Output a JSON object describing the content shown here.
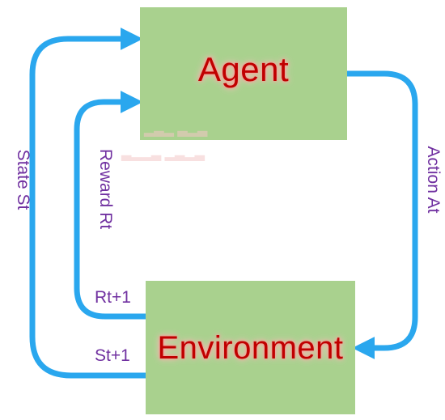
{
  "agent_label": "Agent",
  "environment_label": "Environment",
  "state_label": "State St",
  "reward_label": "Reward Rt",
  "action_label": "Action At",
  "next_reward_label": "Rt+1",
  "next_state_label": "St+1",
  "colors": {
    "box_fill": "#a9d18e",
    "box_text": "#c00000",
    "arrow": "#2aa7ee",
    "label_text": "#7030a0"
  }
}
